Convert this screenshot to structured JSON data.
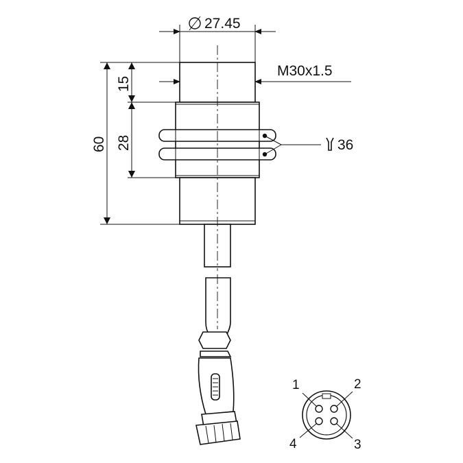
{
  "dimensions": {
    "diameter": "27.45",
    "thread": "M30x1.5",
    "length_total": "60",
    "length_thread_top": "15",
    "length_thread": "28",
    "wrench": "36"
  },
  "pins": [
    "1",
    "2",
    "3",
    "4"
  ]
}
